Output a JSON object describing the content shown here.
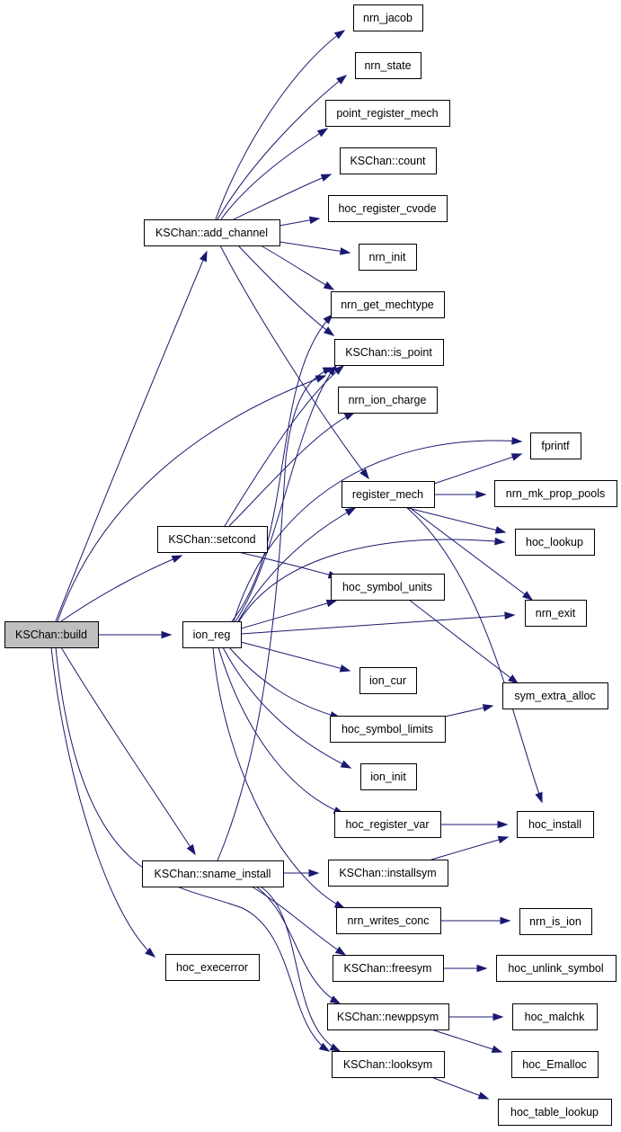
{
  "graph": {
    "edge_color": "#191970",
    "root_fill": "#bfbfbf",
    "nodes": [
      {
        "id": "build",
        "label": "KSChan::build",
        "root": true
      },
      {
        "id": "add_channel",
        "label": "KSChan::add_channel"
      },
      {
        "id": "setcond",
        "label": "KSChan::setcond"
      },
      {
        "id": "ion_reg",
        "label": "ion_reg"
      },
      {
        "id": "sname_install",
        "label": "KSChan::sname_install"
      },
      {
        "id": "hoc_execerror",
        "label": "hoc_execerror"
      },
      {
        "id": "nrn_jacob",
        "label": "nrn_jacob"
      },
      {
        "id": "nrn_state",
        "label": "nrn_state"
      },
      {
        "id": "point_register_mech",
        "label": "point_register_mech"
      },
      {
        "id": "count",
        "label": "KSChan::count"
      },
      {
        "id": "hoc_register_cvode",
        "label": "hoc_register_cvode"
      },
      {
        "id": "nrn_init",
        "label": "nrn_init"
      },
      {
        "id": "nrn_get_mechtype",
        "label": "nrn_get_mechtype"
      },
      {
        "id": "is_point",
        "label": "KSChan::is_point"
      },
      {
        "id": "nrn_ion_charge",
        "label": "nrn_ion_charge"
      },
      {
        "id": "register_mech",
        "label": "register_mech"
      },
      {
        "id": "hoc_symbol_units",
        "label": "hoc_symbol_units"
      },
      {
        "id": "ion_cur",
        "label": "ion_cur"
      },
      {
        "id": "hoc_symbol_limits",
        "label": "hoc_symbol_limits"
      },
      {
        "id": "ion_init",
        "label": "ion_init"
      },
      {
        "id": "hoc_register_var",
        "label": "hoc_register_var"
      },
      {
        "id": "installsym",
        "label": "KSChan::installsym"
      },
      {
        "id": "nrn_writes_conc",
        "label": "nrn_writes_conc"
      },
      {
        "id": "freesym",
        "label": "KSChan::freesym"
      },
      {
        "id": "newppsym",
        "label": "KSChan::newppsym"
      },
      {
        "id": "looksym",
        "label": "KSChan::looksym"
      },
      {
        "id": "fprintf",
        "label": "fprintf"
      },
      {
        "id": "nrn_mk_prop_pools",
        "label": "nrn_mk_prop_pools"
      },
      {
        "id": "hoc_lookup",
        "label": "hoc_lookup"
      },
      {
        "id": "nrn_exit",
        "label": "nrn_exit"
      },
      {
        "id": "sym_extra_alloc",
        "label": "sym_extra_alloc"
      },
      {
        "id": "hoc_install",
        "label": "hoc_install"
      },
      {
        "id": "nrn_is_ion",
        "label": "nrn_is_ion"
      },
      {
        "id": "hoc_unlink_symbol",
        "label": "hoc_unlink_symbol"
      },
      {
        "id": "hoc_malchk",
        "label": "hoc_malchk"
      },
      {
        "id": "hoc_Emalloc",
        "label": "hoc_Emalloc"
      },
      {
        "id": "hoc_table_lookup",
        "label": "hoc_table_lookup"
      }
    ],
    "edges": [
      [
        "build",
        "add_channel"
      ],
      [
        "build",
        "is_point"
      ],
      [
        "build",
        "setcond"
      ],
      [
        "build",
        "ion_reg"
      ],
      [
        "build",
        "sname_install"
      ],
      [
        "build",
        "hoc_execerror"
      ],
      [
        "build",
        "looksym"
      ],
      [
        "add_channel",
        "nrn_jacob"
      ],
      [
        "add_channel",
        "nrn_state"
      ],
      [
        "add_channel",
        "point_register_mech"
      ],
      [
        "add_channel",
        "count"
      ],
      [
        "add_channel",
        "hoc_register_cvode"
      ],
      [
        "add_channel",
        "nrn_init"
      ],
      [
        "add_channel",
        "nrn_get_mechtype"
      ],
      [
        "add_channel",
        "is_point"
      ],
      [
        "add_channel",
        "register_mech"
      ],
      [
        "setcond",
        "is_point"
      ],
      [
        "setcond",
        "nrn_ion_charge"
      ],
      [
        "setcond",
        "hoc_symbol_units"
      ],
      [
        "ion_reg",
        "nrn_get_mechtype"
      ],
      [
        "ion_reg",
        "is_point"
      ],
      [
        "ion_reg",
        "fprintf"
      ],
      [
        "ion_reg",
        "register_mech"
      ],
      [
        "ion_reg",
        "hoc_lookup"
      ],
      [
        "ion_reg",
        "hoc_symbol_units"
      ],
      [
        "ion_reg",
        "nrn_exit"
      ],
      [
        "ion_reg",
        "ion_cur"
      ],
      [
        "ion_reg",
        "hoc_symbol_limits"
      ],
      [
        "ion_reg",
        "ion_init"
      ],
      [
        "ion_reg",
        "hoc_register_var"
      ],
      [
        "ion_reg",
        "nrn_writes_conc"
      ],
      [
        "sname_install",
        "is_point"
      ],
      [
        "sname_install",
        "installsym"
      ],
      [
        "sname_install",
        "freesym"
      ],
      [
        "sname_install",
        "newppsym"
      ],
      [
        "sname_install",
        "looksym"
      ],
      [
        "register_mech",
        "fprintf"
      ],
      [
        "register_mech",
        "nrn_mk_prop_pools"
      ],
      [
        "register_mech",
        "hoc_lookup"
      ],
      [
        "register_mech",
        "nrn_exit"
      ],
      [
        "register_mech",
        "hoc_install"
      ],
      [
        "hoc_symbol_units",
        "sym_extra_alloc"
      ],
      [
        "hoc_symbol_limits",
        "sym_extra_alloc"
      ],
      [
        "hoc_register_var",
        "hoc_install"
      ],
      [
        "installsym",
        "hoc_install"
      ],
      [
        "nrn_writes_conc",
        "nrn_is_ion"
      ],
      [
        "freesym",
        "hoc_unlink_symbol"
      ],
      [
        "newppsym",
        "hoc_malchk"
      ],
      [
        "newppsym",
        "hoc_Emalloc"
      ],
      [
        "looksym",
        "hoc_table_lookup"
      ]
    ]
  }
}
